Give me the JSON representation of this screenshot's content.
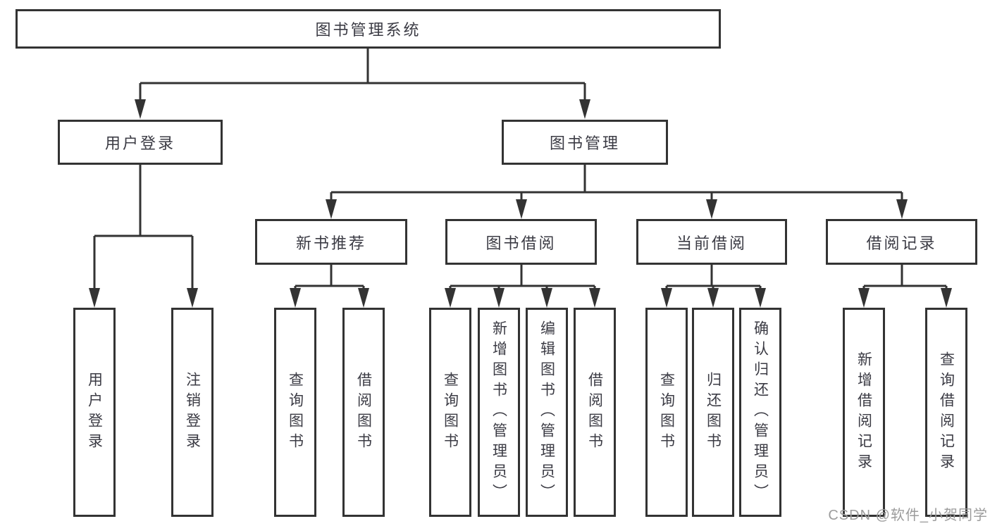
{
  "root": {
    "label": "图书管理系统"
  },
  "level2": {
    "user_login": {
      "label": "用户登录"
    },
    "book_mgmt": {
      "label": "图书管理"
    }
  },
  "level3": {
    "new_books": {
      "label": "新书推荐"
    },
    "book_borrow": {
      "label": "图书借阅"
    },
    "current_borrow": {
      "label": "当前借阅"
    },
    "borrow_records": {
      "label": "借阅记录"
    }
  },
  "leaves": {
    "user_login": [
      "用户登录",
      "注销登录"
    ],
    "new_books": [
      "查询图书",
      "借阅图书"
    ],
    "book_borrow": [
      "查询图书",
      "新增图书（管理员）",
      "编辑图书（管理员）",
      "借阅图书"
    ],
    "current_borrow": [
      "查询图书",
      "归还图书",
      "确认归还（管理员）"
    ],
    "borrow_records": [
      "新增借阅记录",
      "查询借阅记录"
    ]
  },
  "watermark": "CSDN @软件_小贺同学",
  "colors": {
    "line": "#333333",
    "text": "#3b3b44",
    "watermark": "#9c9c9c",
    "background": "#ffffff"
  }
}
